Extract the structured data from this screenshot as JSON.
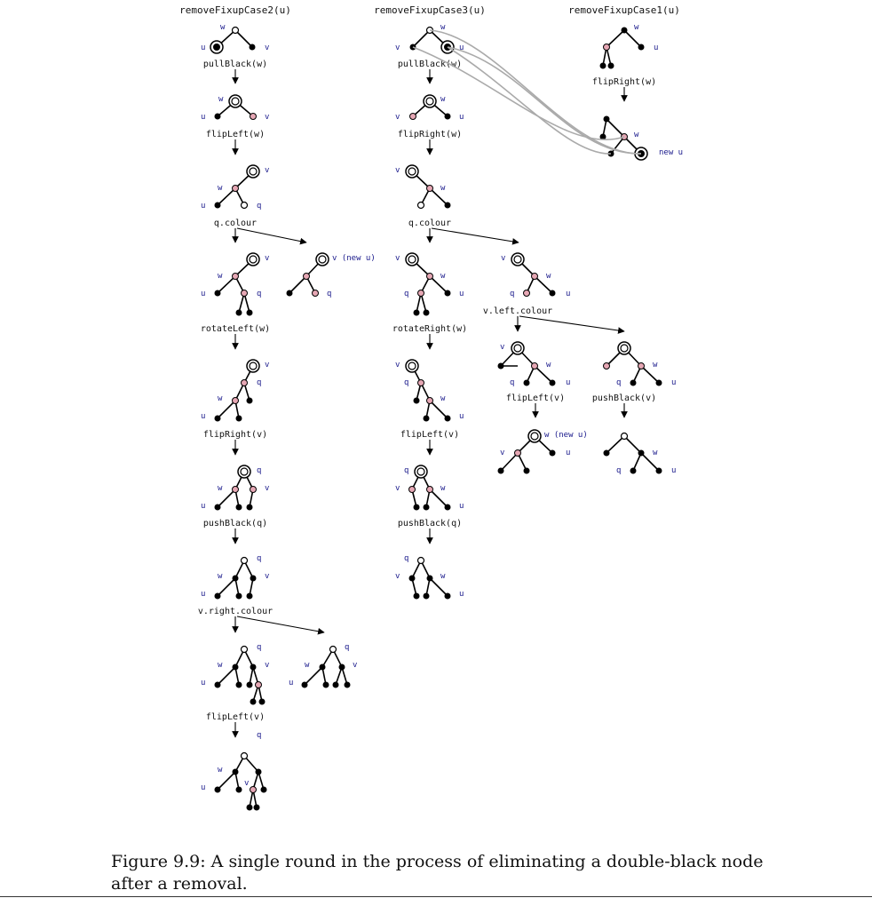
{
  "caption": "Figure 9.9: A single round in the process of eliminating a double-black node after a removal.",
  "colors": {
    "black": "#000000",
    "red": "#e6a7b4",
    "white": "#ffffff",
    "label": "#1a1a8c",
    "link": "#aaaaaa"
  },
  "columns": {
    "case2": "removeFixupCase2(u)",
    "case3": "removeFixupCase3(u)",
    "case1": "removeFixupCase1(u)"
  },
  "ops": {
    "c2_pullblack": "pullBlack(w)",
    "c2_flipleft": "flipLeft(w)",
    "c2_qcolour": "q.colour",
    "c2_rotateleft": "rotateLeft(w)",
    "c2_flipright": "flipRight(v)",
    "c2_pushblack": "pushBlack(q)",
    "c2_vright": "v.right.colour",
    "c2_flipleft_v": "flipLeft(v)",
    "c3_pullblack": "pullBlack(w)",
    "c3_flipright": "flipRight(w)",
    "c3_qcolour": "q.colour",
    "c3_rotateright": "rotateRight(w)",
    "c3_vleft": "v.left.colour",
    "c3_flipleft": "flipLeft(v)",
    "c3_pushblack_q": "pushBlack(q)",
    "c3_flipleft_v": "flipLeft(v)",
    "c3_pushblack_v": "pushBlack(v)",
    "c1_flipright": "flipRight(w)"
  },
  "labels": {
    "u": "u",
    "v": "v",
    "w": "w",
    "q": "q",
    "v_new_u": "v (new u)",
    "w_new_u": "w (new u)",
    "new_u": "new u"
  }
}
